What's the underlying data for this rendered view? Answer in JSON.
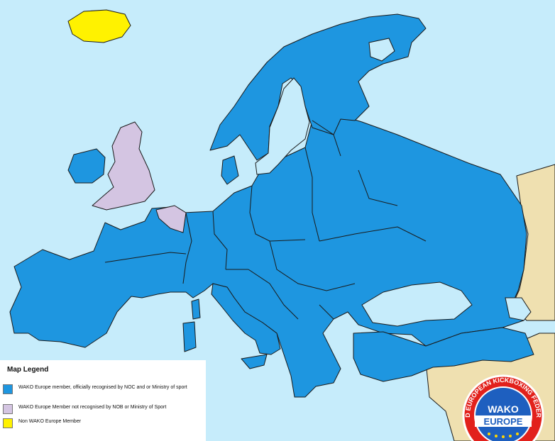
{
  "colors": {
    "sea": "#c6ecfb",
    "member": "#1e96e0",
    "not_recognised": "#d4c5e2",
    "non_member": "#fff200",
    "non_european": "#efe0b0",
    "border": "#1a1a1a"
  },
  "legend": {
    "title": "Map Legend",
    "items": [
      {
        "label": "WAKO Europe member, officially  recognised by NOC and or Ministry of sport",
        "color": "#1e96e0"
      },
      {
        "label": "WAKO Europe Member not recognised by NOB or Ministry of Sport",
        "color": "#d4c5e2"
      },
      {
        "label": "Non WAKO Europe Member",
        "color": "#fff200"
      }
    ]
  },
  "logo": {
    "ring_text": "WORLD EUROPEAN KICKBOXING FEDERATION",
    "center_text": "WAKO",
    "banner_text": "EUROPE",
    "icon": "wako-europe-logo"
  }
}
